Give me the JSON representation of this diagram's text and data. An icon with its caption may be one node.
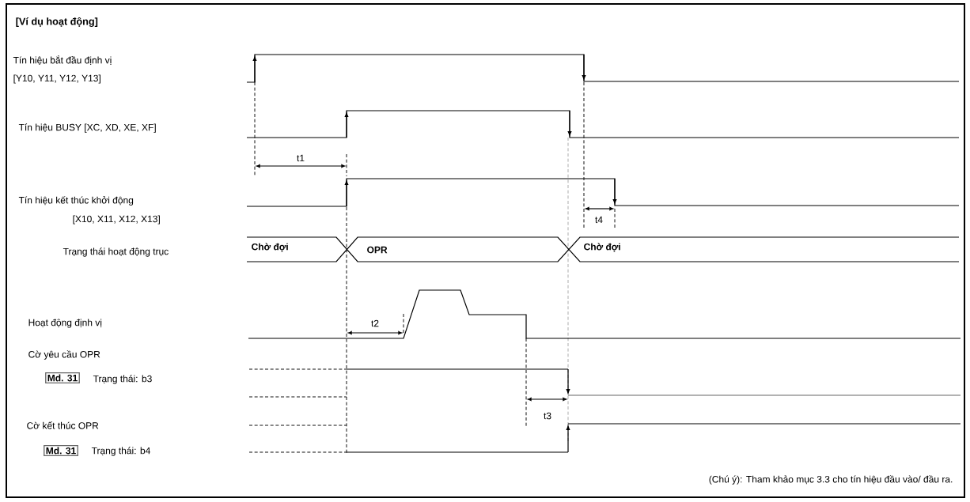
{
  "diagram": {
    "title": "[Ví dụ hoạt động]",
    "nodes": [
      {
        "text": [
          "Md. 31"
        ]
      },
      {
        "text": [
          "Md. 31"
        ]
      }
    ],
    "labels": [
      "Tín hiệu bắt đầu định vị",
      "[Y10, Y11, Y12, Y13]",
      "Tín hiệu BUSY [XC, XD, XE, XF]",
      "t1",
      "Tín hiệu kết thúc khởi động",
      "[X10, X11, X12, X13]",
      "t4",
      "Trạng thái hoạt động trục",
      "Chờ đợi",
      "OPR",
      "Chờ đợi",
      "Hoạt động định vị",
      "t2",
      "Cờ yêu cầu OPR",
      "Trạng thái: b3",
      "t3",
      "Cờ kết thúc OPR",
      "Trạng thái: b4",
      "(Chú ý): Tham khảo mục 3.3 cho tín hiệu đầu vào/ đầu ra."
    ]
  }
}
